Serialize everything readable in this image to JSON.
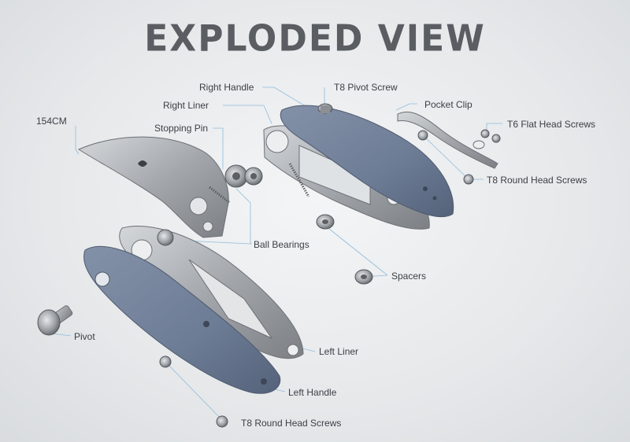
{
  "title": "EXPLODED VIEW",
  "labels": {
    "right_handle": "Right Handle",
    "t8_pivot_screw": "T8 Pivot Screw",
    "right_liner": "Right Liner",
    "pocket_clip": "Pocket Clip",
    "blade_steel": "154CM",
    "stopping_pin": "Stopping Pin",
    "t6_flat_head_screws": "T6 Flat Head Screws",
    "t8_round_head_screws_top": "T8 Round Head Screws",
    "ball_bearings": "Ball Bearings",
    "spacers": "Spacers",
    "pivot": "Pivot",
    "left_liner": "Left Liner",
    "left_handle": "Left Handle",
    "t8_round_head_screws_bottom": "T8 Round Head Screws"
  },
  "colors": {
    "title": "#5a5e63",
    "leader": "#7fb2d6",
    "handle": "#6f7f99",
    "steel": "#a7abb0",
    "steel_dark": "#6c7075"
  }
}
